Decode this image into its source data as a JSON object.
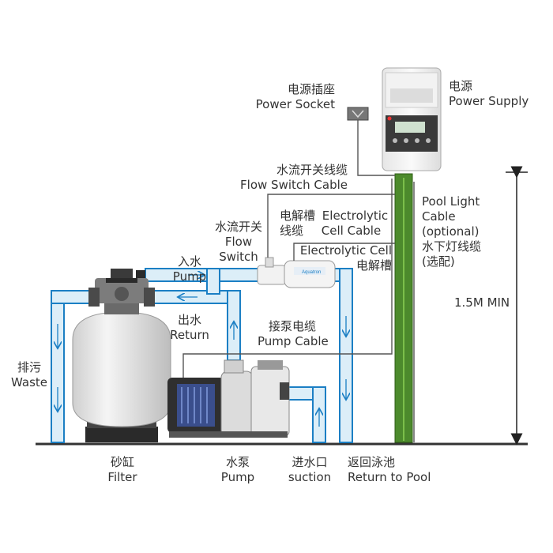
{
  "labels": {
    "power_socket": {
      "cn": "电源插座",
      "en": "Power Socket"
    },
    "power_supply": {
      "cn": "电源",
      "en": "Power Supply"
    },
    "flow_switch_cable": {
      "cn": "水流开关线缆",
      "en": "Flow Switch Cable"
    },
    "pool_light_cable": {
      "en1": "Pool Light",
      "en2": "Cable",
      "en3": "(optional)",
      "cn1": "水下灯线缆",
      "cn2": "(选配)"
    },
    "electrolytic_cell_cable": {
      "cn1": "电解槽",
      "en1": "Electrolytic",
      "cn2": "线缆",
      "en2": "Cell Cable"
    },
    "flow_switch": {
      "cn": "水流开关",
      "en1": "Flow",
      "en2": "Switch"
    },
    "electrolytic_cell": {
      "en": "Electrolytic Cell",
      "cn": "电解槽"
    },
    "inlet": {
      "cn": "入水",
      "en": "Pump"
    },
    "outlet": {
      "cn": "出水",
      "en": "Return"
    },
    "pump_cable": {
      "cn": "接泵电缆",
      "en": "Pump Cable"
    },
    "waste": {
      "cn": "排污",
      "en": "Waste"
    },
    "height": {
      "text": "1.5M MIN"
    },
    "filter": {
      "cn": "砂缸",
      "en": "Filter"
    },
    "pump": {
      "cn": "水泵",
      "en": "Pump"
    },
    "suction": {
      "cn": "进水口",
      "en": "suction"
    },
    "return_to_pool": {
      "cn": "返回泳池",
      "en": "Return to Pool"
    }
  },
  "colors": {
    "pipe_fill": "#dceef8",
    "pipe_edge": "#1b7fc4",
    "post": "#4c8a2c",
    "cable": "#555555",
    "ground": "#333333"
  }
}
